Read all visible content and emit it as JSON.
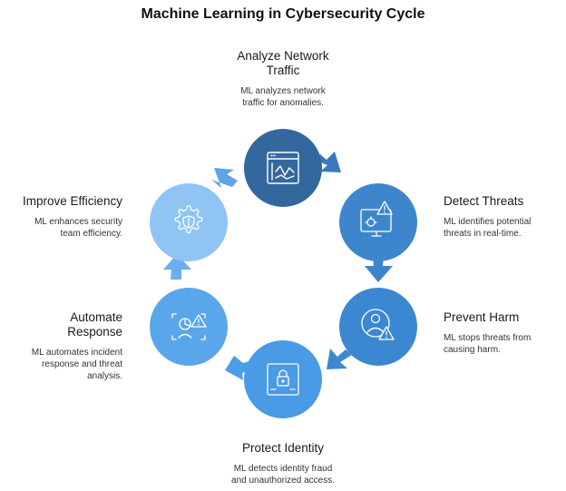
{
  "title": "Machine Learning in Cybersecurity Cycle",
  "colors": {
    "analyze": "#33689e",
    "detect": "#3e86cc",
    "prevent": "#3b87d2",
    "protect": "#4a9be6",
    "automate": "#5aa6ea",
    "improve": "#8fc4f5",
    "arrow": "#3c7fc8",
    "arrow_light": "#6aaef0"
  },
  "steps": [
    {
      "id": "analyze",
      "icon": "monitor-wave-icon",
      "title_line1": "Analyze Network",
      "title_line2": "Traffic",
      "desc_line1": "ML analyzes network",
      "desc_line2": "traffic for anomalies."
    },
    {
      "id": "detect",
      "icon": "threat-detection-icon",
      "title_line1": "Detect Threats",
      "desc_line1": "ML identifies potential",
      "desc_line2": "threats in real-time."
    },
    {
      "id": "prevent",
      "icon": "user-warning-icon",
      "title_line1": "Prevent Harm",
      "desc_line1": "ML stops threats from",
      "desc_line2": "causing harm."
    },
    {
      "id": "protect",
      "icon": "identity-lock-icon",
      "title_line1": "Protect Identity",
      "desc_line1": "ML detects identity fraud",
      "desc_line2": "and unauthorized access."
    },
    {
      "id": "automate",
      "icon": "response-automation-icon",
      "title_line1": "Automate",
      "title_line2": "Response",
      "desc_line1": "ML automates incident",
      "desc_line2": "response and threat",
      "desc_line3": "analysis."
    },
    {
      "id": "improve",
      "icon": "gear-shield-icon",
      "title_line1": "Improve Efficiency",
      "desc_line1": "ML enhances security",
      "desc_line2": "team efficiency."
    }
  ]
}
